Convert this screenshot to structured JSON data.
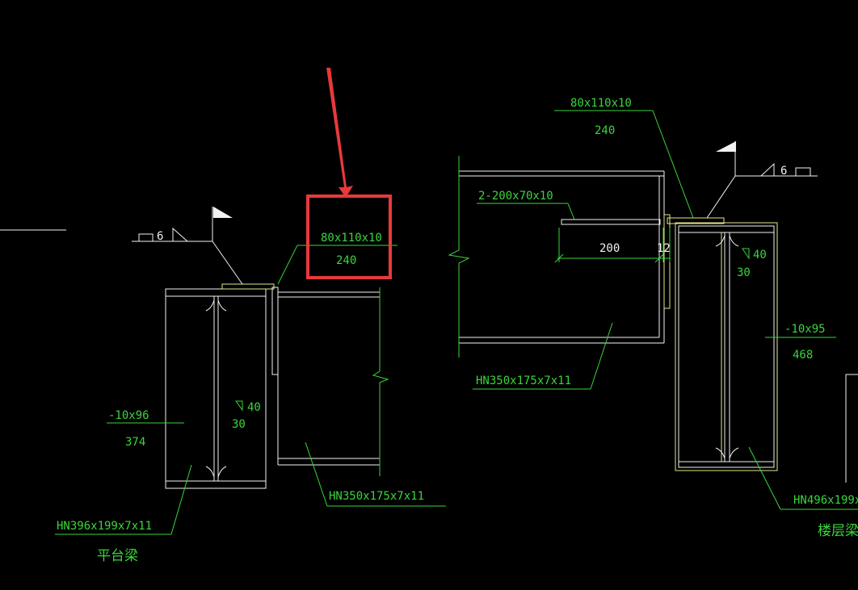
{
  "left_detail": {
    "plate_label": "80x110x10",
    "plate_length": "240",
    "weld_size": "6",
    "stiffener_label": "-10x96",
    "stiffener_length": "374",
    "fillet_size": "40",
    "fillet_leg": "30",
    "main_beam_label": "HN396x199x7x11",
    "main_beam_name": "平台梁",
    "secondary_beam_label": "HN350x175x7x11"
  },
  "right_detail": {
    "plate_label": "80x110x10",
    "plate_length": "240",
    "weld_size": "6",
    "bolt_plate_label": "2-200x70x10",
    "dim_200": "200",
    "dim_12": "12",
    "fillet_size": "40",
    "fillet_leg": "30",
    "stiffener_label": "-10x95",
    "stiffener_length": "468",
    "secondary_beam_label": "HN350x175x7x11",
    "main_beam_label": "HN496x199x",
    "main_beam_name": "楼层梁"
  },
  "colors": {
    "background": "#000000",
    "annotation": "#39d63a",
    "geometry": "#f2f2f2",
    "highlight": "#e8393a"
  }
}
